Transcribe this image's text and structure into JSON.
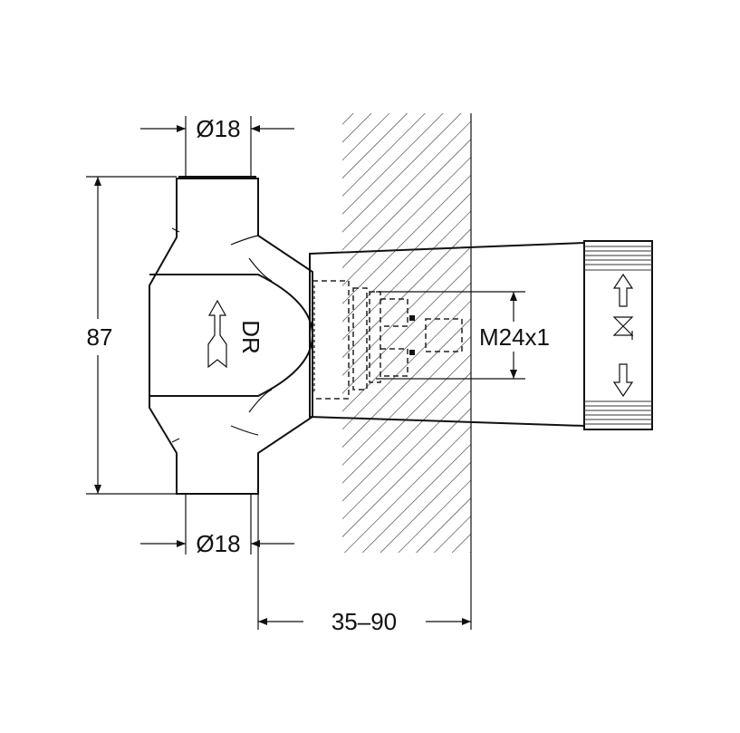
{
  "dimensions": {
    "top_diameter": "Ø18",
    "bottom_diameter": "Ø18",
    "height": "87",
    "wall_depth": "35–90",
    "thread": "M24x1"
  },
  "body_marking": "DR",
  "colors": {
    "line": "#111111",
    "background": "#ffffff"
  }
}
